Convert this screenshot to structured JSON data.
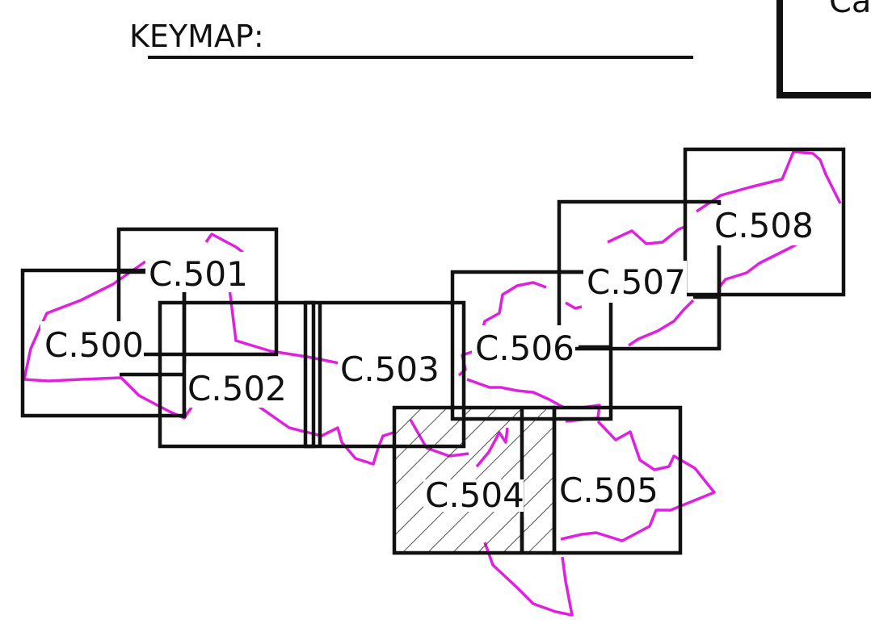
{
  "title": "KEYMAP:",
  "corner_box_text": "Ca",
  "colors": {
    "outline": "#111111",
    "route": "#e020e0",
    "background": "#ffffff"
  },
  "sheets": [
    {
      "id": "c500",
      "label": "C.500"
    },
    {
      "id": "c501",
      "label": "C.501"
    },
    {
      "id": "c502",
      "label": "C.502"
    },
    {
      "id": "c503",
      "label": "C.503"
    },
    {
      "id": "c504",
      "label": "C.504",
      "highlighted": true
    },
    {
      "id": "c505",
      "label": "C.505"
    },
    {
      "id": "c506",
      "label": "C.506"
    },
    {
      "id": "c507",
      "label": "C.507"
    },
    {
      "id": "c508",
      "label": "C.508"
    }
  ]
}
